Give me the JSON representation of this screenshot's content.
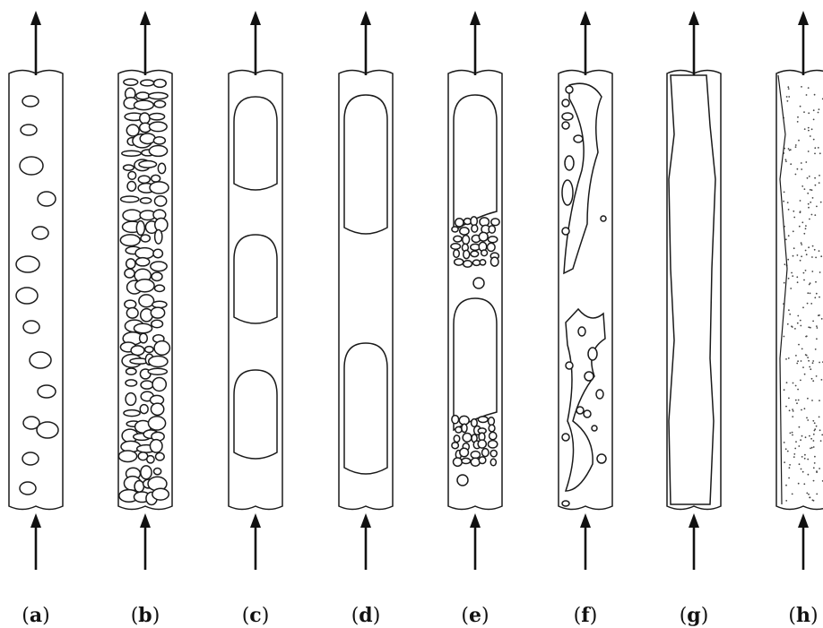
{
  "figure": {
    "panels": [
      {
        "id": "a",
        "pattern": "bubbly"
      },
      {
        "id": "b",
        "pattern": "dispersed-bubbly"
      },
      {
        "id": "c",
        "pattern": "slug"
      },
      {
        "id": "d",
        "pattern": "taylor-slug"
      },
      {
        "id": "e",
        "pattern": "slug-with-bubbles"
      },
      {
        "id": "f",
        "pattern": "churn"
      },
      {
        "id": "g",
        "pattern": "annular"
      },
      {
        "id": "h",
        "pattern": "wispy-annular"
      }
    ],
    "colors": {
      "line": "#1a1a1a",
      "background": "#ffffff"
    }
  }
}
